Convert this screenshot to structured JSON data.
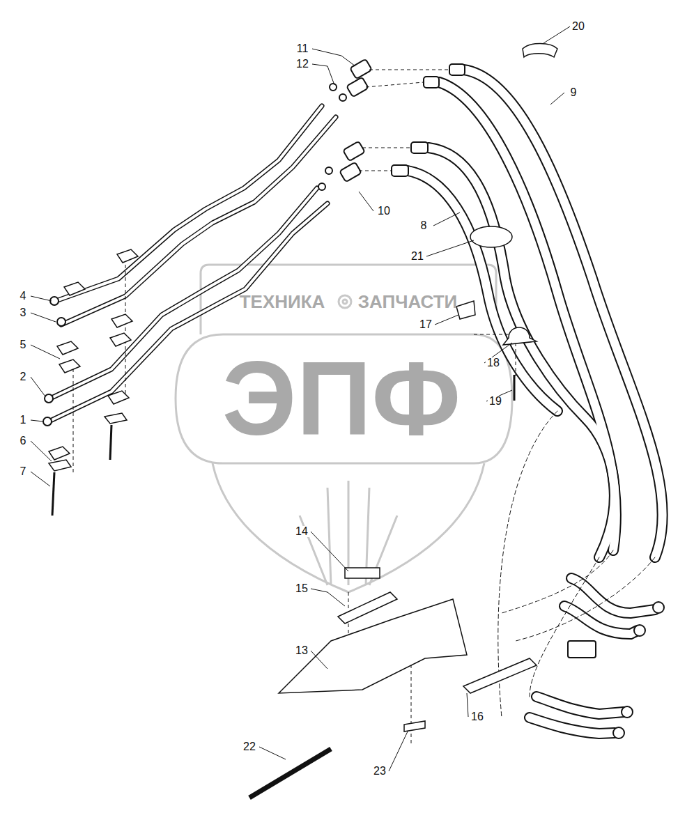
{
  "diagram": {
    "labels": [
      "1",
      "2",
      "3",
      "4",
      "5",
      "6",
      "7",
      "8",
      "9",
      "10",
      "11",
      "12",
      "13",
      "14",
      "15",
      "16",
      "17",
      "18",
      "19",
      "20",
      "21",
      "22",
      "23",
      "ТЕХНИКА",
      "ЗАПЧАСТИ",
      "ЭПФ"
    ]
  }
}
